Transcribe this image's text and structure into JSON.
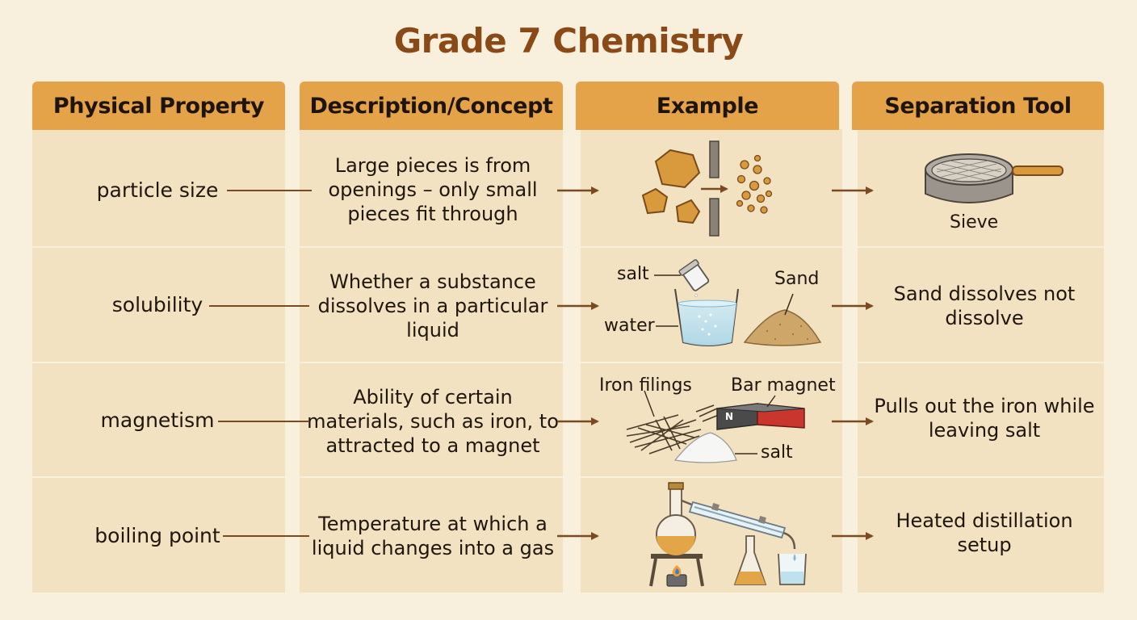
{
  "title": "Grade 7 Chemistry",
  "headers": [
    "Physical Property",
    "Description/Concept",
    "Example",
    "Separation Tool"
  ],
  "rows": [
    {
      "property": "particle size",
      "description": "Large pieces is from openings – only small pieces fit through",
      "example_labels": [],
      "tool": "Sieve"
    },
    {
      "property": "solubility",
      "description": "Whether a substance dissolves in a particular liquid",
      "example_labels": [
        "salt",
        "water",
        "Sand"
      ],
      "tool": "Sand dissolves not dissolve"
    },
    {
      "property": "magnetism",
      "description": "Ability of certain materials, such as iron, to attracted to a magnet",
      "example_labels": [
        "Iron filings",
        "Bar magnet",
        "salt",
        "N"
      ],
      "tool": "Pulls out the iron while leaving salt"
    },
    {
      "property": "boiling point",
      "description": "Temperature at which a liquid changes into a gas",
      "example_labels": [],
      "tool": "Heated distillation setup"
    }
  ],
  "colors": {
    "background": "#f8efdc",
    "header": "#e5a349",
    "cell": "#f2e2c2",
    "title": "#8a4a17",
    "arrow": "#7a4a22",
    "gold": "#d69a3a"
  },
  "icons": [
    "rocks-through-sieve-icon",
    "sieve-icon",
    "salt-shaker-icon",
    "water-beaker-icon",
    "sand-pile-icon",
    "bar-magnet-icon",
    "iron-filings-icon",
    "distillation-apparatus-icon"
  ]
}
